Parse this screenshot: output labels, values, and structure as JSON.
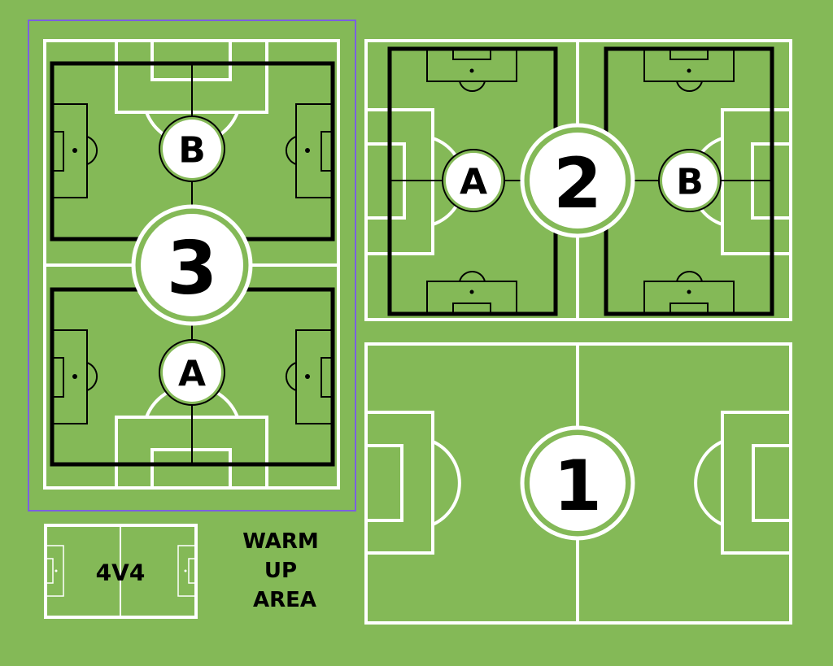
{
  "fields": {
    "field_1": {
      "label": "1"
    },
    "field_2": {
      "label": "2",
      "sub_a": "A",
      "sub_b": "B"
    },
    "field_3": {
      "label": "3",
      "sub_a": "A",
      "sub_b": "B"
    },
    "small_field": {
      "label": "4V4"
    }
  },
  "warm_up": {
    "line1": "WARM",
    "line2": "UP",
    "line3": "AREA"
  },
  "colors": {
    "grass": "#84b957",
    "selection": "#7b5fe0"
  }
}
